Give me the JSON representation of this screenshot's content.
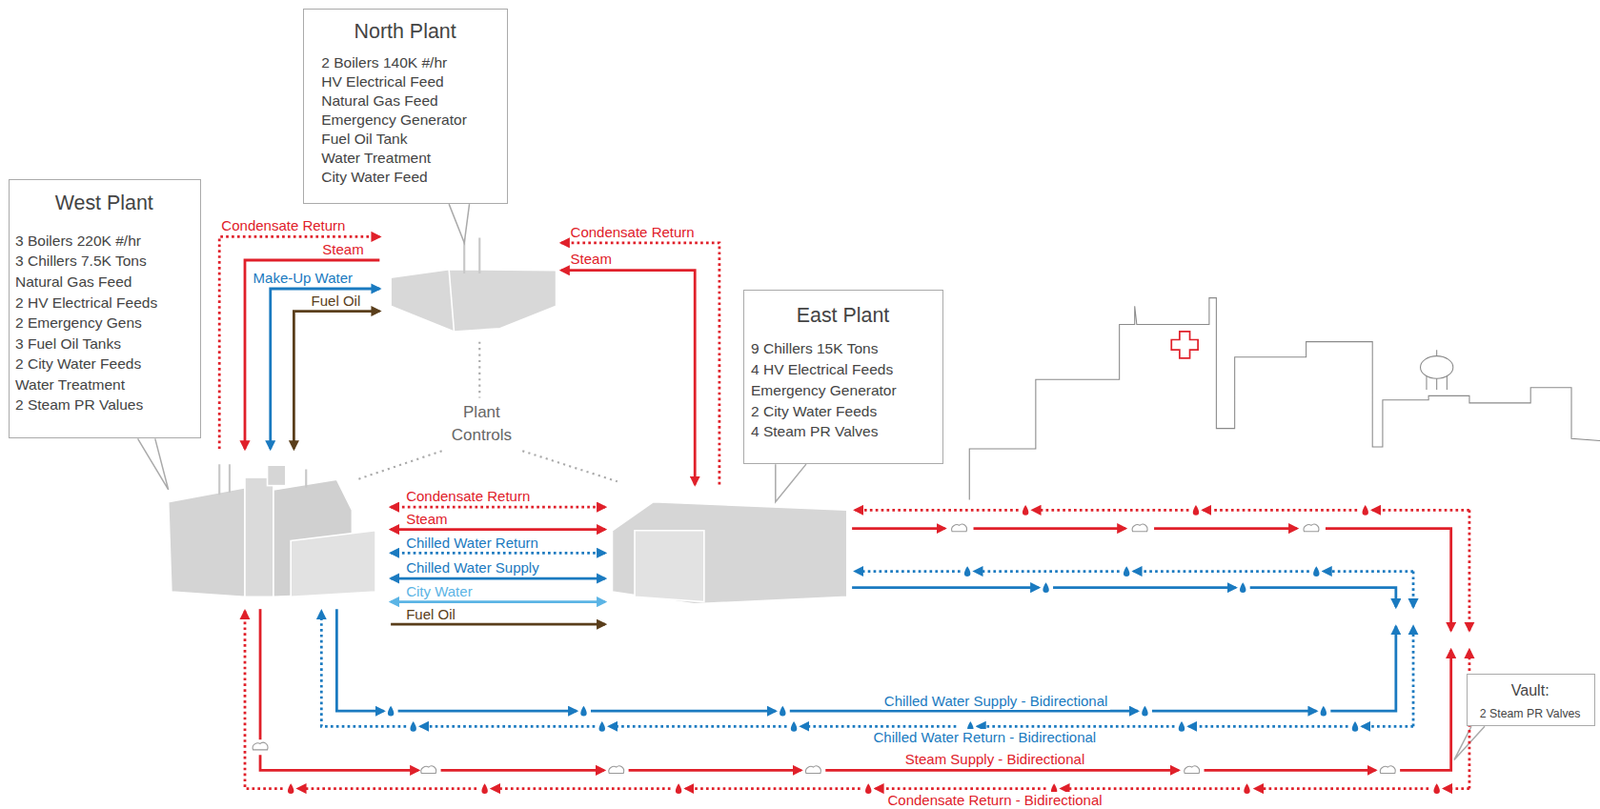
{
  "diagram": {
    "nodes": [
      {
        "text": [
          "North Plant",
          "2 Boilers 140K #/hr",
          "HV Electrical Feed",
          "Natural Gas Feed",
          "Emergency Generator",
          "Fuel Oil Tank",
          "Water Treatment",
          "City Water Feed"
        ]
      },
      {
        "text": [
          "West Plant",
          "3 Boilers 220K #/hr",
          "3 Chillers 7.5K Tons",
          "Natural Gas Feed",
          "2 HV Electrical Feeds",
          "2 Emergency Gens",
          "3 Fuel Oil Tanks",
          "2 City Water Feeds",
          "Water Treatment",
          "2 Steam PR Values"
        ]
      },
      {
        "text": [
          "East Plant",
          "9 Chillers 15K Tons",
          "4 HV Electrical Feeds",
          "Emergency Generator",
          "2 City Water Feeds",
          "4 Steam PR Valves"
        ]
      },
      {
        "text": [
          "Vault:",
          "2 Steam PR Valves"
        ]
      }
    ],
    "labels": [
      "Condensate Return",
      "Steam",
      "Make-Up Water",
      "Fuel Oil",
      "Condensate Return",
      "Steam",
      "Plant Controls",
      "Condensate Return",
      "Steam",
      "Chilled Water Return",
      "Chilled Water Supply",
      "City Water",
      "Fuel Oil",
      "Chilled Water Supply - Bidirectional",
      "Chilled Water Return - Bidirectional",
      "Steam Supply - Bidirectional",
      "Condensate Return - Bidirectional"
    ]
  }
}
